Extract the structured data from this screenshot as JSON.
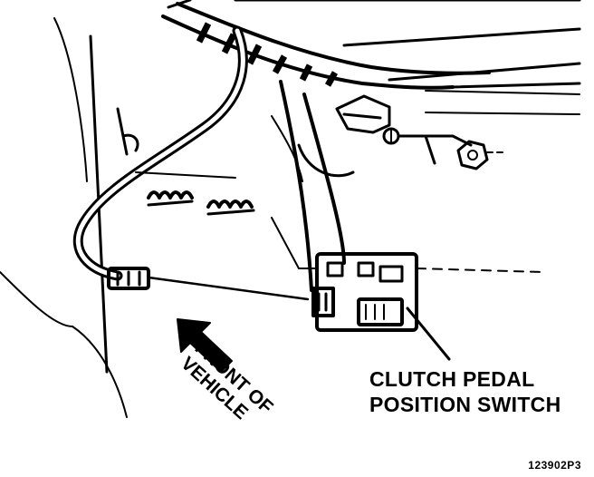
{
  "callout": {
    "line1": "CLUTCH PEDAL",
    "line2": "POSITION SWITCH"
  },
  "direction_label": {
    "line1": "FRONT OF",
    "line2": "VEHICLE"
  },
  "figure_number": "123902P3",
  "colors": {
    "ink": "#000000",
    "paper": "#ffffff"
  }
}
